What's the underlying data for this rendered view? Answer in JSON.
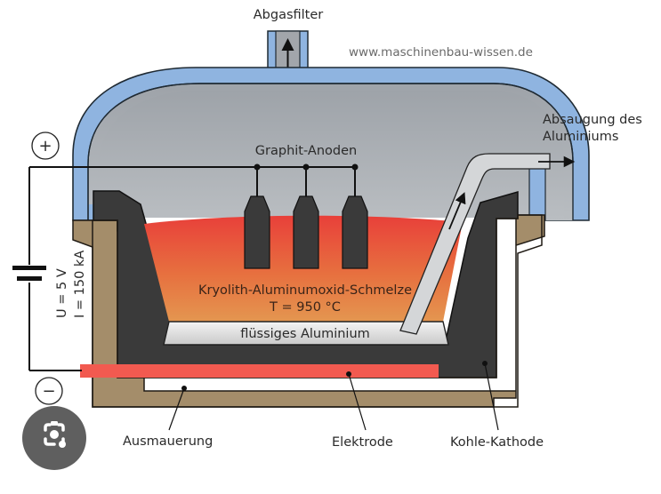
{
  "diagram": {
    "title_top": "Abgasfilter",
    "watermark": "www.maschinenbau-wissen.de",
    "labels": {
      "outlet_line1": "Absaugung des",
      "outlet_line2": "Aluminiums",
      "anodes": "Graphit-Anoden",
      "melt_line1": "Kryolith-Aluminumoxid-Schmelze",
      "melt_line2": "T = 950 °C",
      "liquid_aluminium": "flüssiges Aluminium",
      "lining": "Ausmauerung",
      "electrode": "Elektrode",
      "cathode": "Kohle-Kathode",
      "voltage": "U = 5 V",
      "current": "I = 150 kA",
      "plus": "+",
      "minus": "−"
    },
    "colors": {
      "hood_blue": "#8fb4e0",
      "gas_grey": "#a7abb0",
      "melt_red": "#e8473a",
      "melt_orange": "#e58a4a",
      "aluminium": "#e4e4e4",
      "carbon": "#3a3a3a",
      "lining": "#a48d6a",
      "electrode": "#f25a50",
      "pipe": "#d4d6d8"
    }
  },
  "overlay": {
    "lens_button": "google-lens-icon"
  }
}
